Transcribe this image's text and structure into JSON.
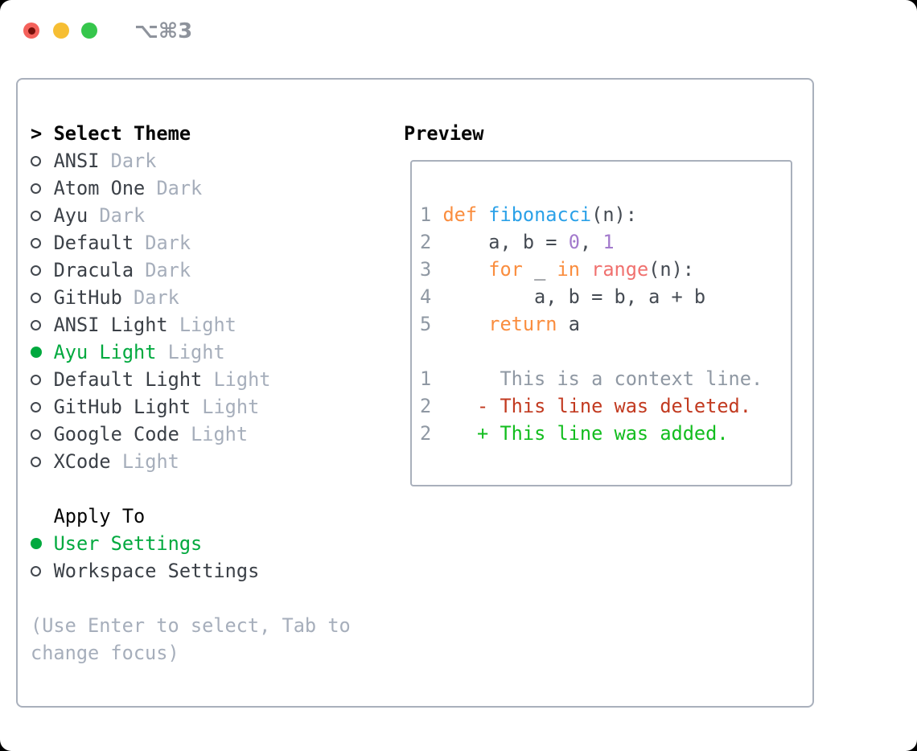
{
  "window": {
    "title": "⌥⌘3",
    "traffic_lights": [
      "close",
      "minimize",
      "zoom"
    ]
  },
  "colors": {
    "accent-green": "#00A93E",
    "add-green": "#12BD1E",
    "del-red": "#C23A20",
    "kw-orange": "#FA8D3E",
    "fn-blue": "#2BA1E8",
    "lit-purple": "#A37ACC",
    "call-coral": "#F0716F",
    "code-plain": "#454B53",
    "gray-dim": "#A6AEBB",
    "gray-line": "#8F98A3",
    "name-dark": "#3B4047",
    "border-gray": "#A9B0BC",
    "title-gray": "#8E939C",
    "light-red": "#F4615B",
    "light-red-dot": "#75100A",
    "light-yellow": "#F6BE33",
    "light-green": "#36C64C"
  },
  "theme_panel": {
    "header": {
      "prompt": ">",
      "label": "Select Theme"
    },
    "themes": [
      {
        "name": "ANSI",
        "variant": "Dark",
        "selected": false
      },
      {
        "name": "Atom One",
        "variant": "Dark",
        "selected": false
      },
      {
        "name": "Ayu",
        "variant": "Dark",
        "selected": false
      },
      {
        "name": "Default",
        "variant": "Dark",
        "selected": false
      },
      {
        "name": "Dracula",
        "variant": "Dark",
        "selected": false
      },
      {
        "name": "GitHub",
        "variant": "Dark",
        "selected": false
      },
      {
        "name": "ANSI Light",
        "variant": "Light",
        "selected": false
      },
      {
        "name": "Ayu Light",
        "variant": "Light",
        "selected": true
      },
      {
        "name": "Default Light",
        "variant": "Light",
        "selected": false
      },
      {
        "name": "GitHub Light",
        "variant": "Light",
        "selected": false
      },
      {
        "name": "Google Code",
        "variant": "Light",
        "selected": false
      },
      {
        "name": "XCode",
        "variant": "Light",
        "selected": false
      }
    ],
    "apply_to": {
      "label": "Apply To",
      "options": [
        {
          "name": "User Settings",
          "selected": true
        },
        {
          "name": "Workspace Settings",
          "selected": false
        }
      ]
    },
    "footer_hint": "(Use Enter to select, Tab to change focus)"
  },
  "preview": {
    "label": "Preview",
    "lines": [
      {
        "num": "1",
        "tokens": [
          [
            " ",
            "p"
          ],
          [
            "def",
            "kw"
          ],
          [
            " ",
            "p"
          ],
          [
            "fibonacci",
            "fn"
          ],
          [
            "(n):",
            "p"
          ]
        ]
      },
      {
        "num": "2",
        "tokens": [
          [
            "     a, b = ",
            "p"
          ],
          [
            "0",
            "lit"
          ],
          [
            ", ",
            "p"
          ],
          [
            "1",
            "lit"
          ]
        ]
      },
      {
        "num": "3",
        "tokens": [
          [
            "     ",
            "p"
          ],
          [
            "for",
            "kw"
          ],
          [
            " _ ",
            "p"
          ],
          [
            "in",
            "kw"
          ],
          [
            " ",
            "p"
          ],
          [
            "range",
            "call"
          ],
          [
            "(n):",
            "p"
          ]
        ]
      },
      {
        "num": "4",
        "tokens": [
          [
            "         a, b = b, a + b",
            "p"
          ]
        ]
      },
      {
        "num": "5",
        "tokens": [
          [
            "     ",
            "p"
          ],
          [
            "return",
            "kw"
          ],
          [
            " a",
            "p"
          ]
        ]
      },
      {
        "blank": true
      },
      {
        "num": "1",
        "tokens": [
          [
            "      This is a context line.",
            "ctx"
          ]
        ]
      },
      {
        "num": "2",
        "tokens": [
          [
            "    ",
            "p"
          ],
          [
            "- This line was deleted.",
            "del"
          ]
        ]
      },
      {
        "num": "2",
        "tokens": [
          [
            "    ",
            "p"
          ],
          [
            "+ This line was added.",
            "add"
          ]
        ]
      }
    ]
  }
}
